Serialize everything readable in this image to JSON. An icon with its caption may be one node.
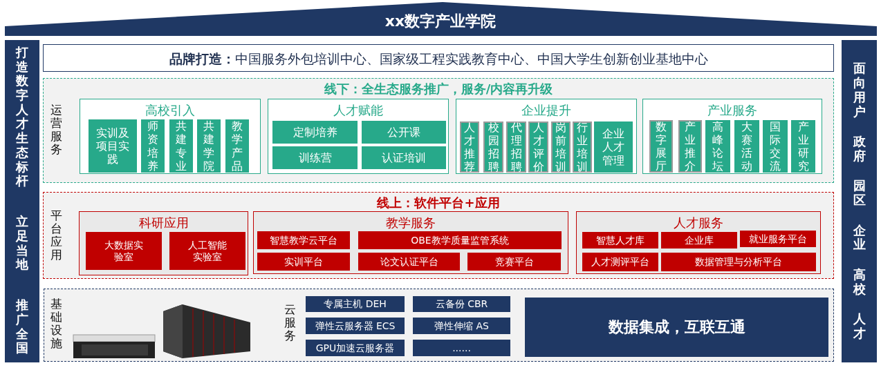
{
  "diagram": {
    "nodes": [
      {
        "text": [
          "xx数字产业学院"
        ]
      },
      {
        "text": [
          "打造数字人才生态标杆",
          "立足当地",
          "推广全国"
        ]
      },
      {
        "text": [
          "面向用户",
          "政府",
          "园区",
          "企业",
          "高校",
          "人才"
        ]
      },
      {
        "text": [
          "**品牌打造：**中国服务外包培训中心、国家级工程实践教育中心、中国大学生创新创业基地中心"
        ]
      },
      {
        "text": [
          "线下：全生态服务推广，服务/内容再升级",
          "运营服务"
        ]
      },
      {
        "text": [
          "高校引入"
        ],
        "in": 4
      },
      {
        "text": [
          "实训及项目实践"
        ],
        "in": 5
      },
      {
        "text": [
          "师资培养"
        ],
        "in": 5
      },
      {
        "text": [
          "共建专业"
        ],
        "in": 5
      },
      {
        "text": [
          "共建学院"
        ],
        "in": 5
      },
      {
        "text": [
          "教学产品"
        ],
        "in": 5
      },
      {
        "text": [
          "人才赋能"
        ],
        "in": 4
      },
      {
        "text": [
          "定制培养"
        ],
        "in": 11
      },
      {
        "text": [
          "公开课"
        ],
        "in": 11
      },
      {
        "text": [
          "训练营"
        ],
        "in": 11
      },
      {
        "text": [
          "认证培训"
        ],
        "in": 11
      },
      {
        "text": [
          "企业提升"
        ],
        "in": 4
      },
      {
        "text": [
          "人才推荐"
        ],
        "in": 16
      },
      {
        "text": [
          "校园招聘"
        ],
        "in": 16
      },
      {
        "text": [
          "代理招聘"
        ],
        "in": 16
      },
      {
        "text": [
          "人才评价"
        ],
        "in": 16
      },
      {
        "text": [
          "岗前培训"
        ],
        "in": 16
      },
      {
        "text": [
          "行业培训"
        ],
        "in": 16
      },
      {
        "text": [
          "企业人才管理"
        ],
        "in": 16
      },
      {
        "text": [
          "产业服务"
        ],
        "in": 4
      },
      {
        "text": [
          "数字展厅"
        ],
        "in": 24
      },
      {
        "text": [
          "产业推介"
        ],
        "in": 24
      },
      {
        "text": [
          "高峰论坛"
        ],
        "in": 24
      },
      {
        "text": [
          "大赛活动"
        ],
        "in": 24
      },
      {
        "text": [
          "国际交流"
        ],
        "in": 24
      },
      {
        "text": [
          "产业研究"
        ],
        "in": 24
      },
      {
        "text": [
          "线上：软件平台+应用",
          "平台应用"
        ]
      },
      {
        "text": [
          "科研应用"
        ],
        "in": 31
      },
      {
        "text": [
          "大数据实验室"
        ],
        "in": 32
      },
      {
        "text": [
          "人工智能实验室"
        ],
        "in": 32
      },
      {
        "text": [
          "教学服务"
        ],
        "in": 31
      },
      {
        "text": [
          "智慧教学云平台"
        ],
        "in": 35
      },
      {
        "text": [
          "OBE教学质量监管系统"
        ],
        "in": 35
      },
      {
        "text": [
          "实训平台"
        ],
        "in": 35
      },
      {
        "text": [
          "论文认证平台"
        ],
        "in": 35
      },
      {
        "text": [
          "竞赛平台"
        ],
        "in": 35
      },
      {
        "text": [
          "人才服务"
        ],
        "in": 31
      },
      {
        "text": [
          "智慧人才库"
        ],
        "in": 41
      },
      {
        "text": [
          "企业库"
        ],
        "in": 41
      },
      {
        "text": [
          "就业服务平台"
        ],
        "in": 41
      },
      {
        "text": [
          "人才测评平台"
        ],
        "in": 41
      },
      {
        "text": [
          "数据管理与分析平台"
        ],
        "in": 41
      },
      {
        "text": [
          "基础设施",
          "云服务"
        ]
      },
      {
        "text": [
          "专属主机 DEH"
        ],
        "in": 47
      },
      {
        "text": [
          "云备份 CBR"
        ],
        "in": 47
      },
      {
        "text": [
          "弹性云服务器 ECS"
        ],
        "in": 47
      },
      {
        "text": [
          "弹性伸缩 AS"
        ],
        "in": 47
      },
      {
        "text": [
          "GPU加速云服务器"
        ],
        "in": 47
      },
      {
        "text": [
          "......"
        ],
        "in": 47
      },
      {
        "text": [
          "数据集成，互联互通"
        ],
        "in": 47
      }
    ]
  }
}
